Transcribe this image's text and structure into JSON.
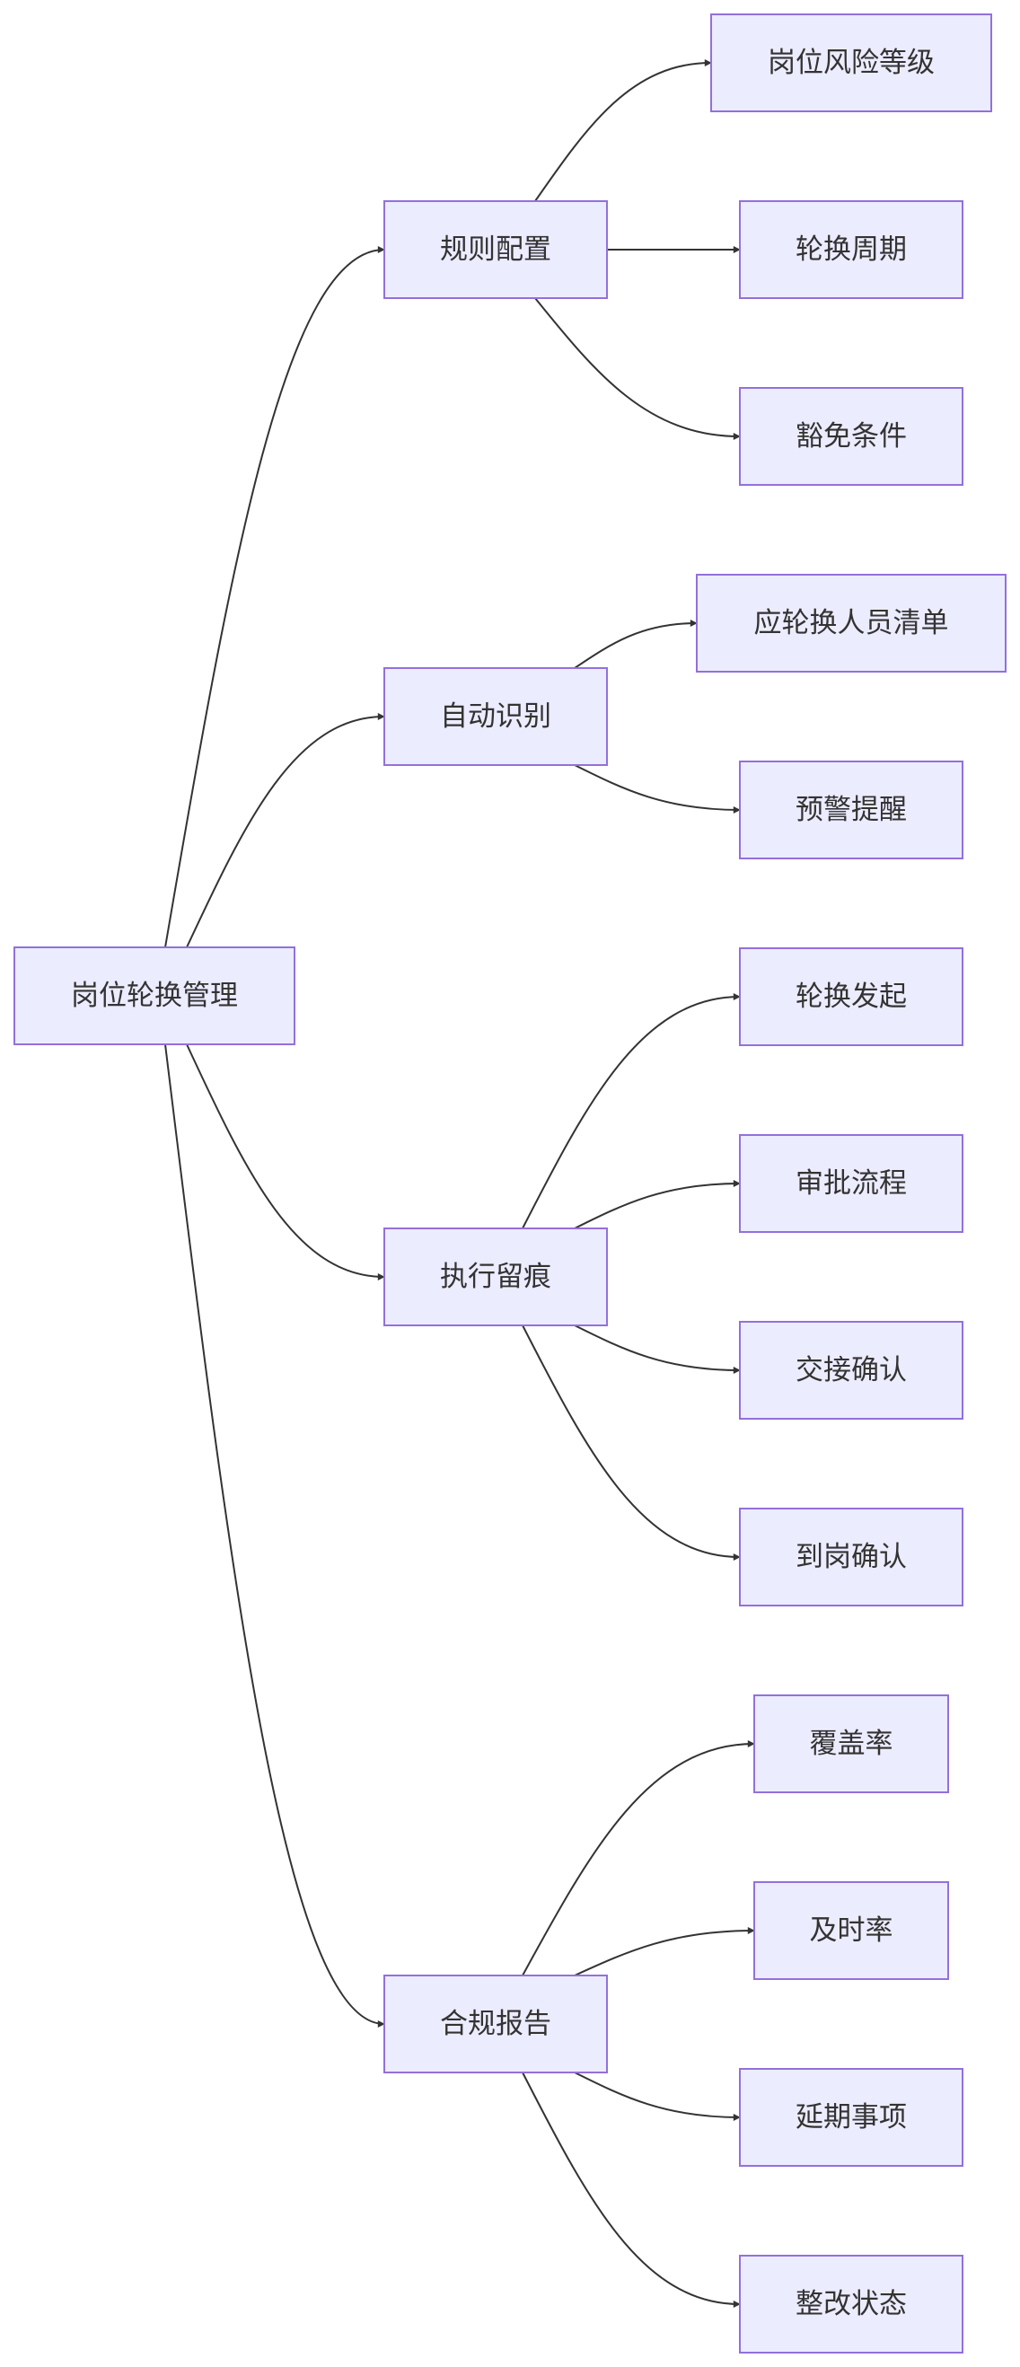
{
  "diagram": {
    "type": "flowchart",
    "direction": "left-to-right",
    "colors": {
      "node_fill": "#ECECFF",
      "node_border": "#9370DB",
      "edge": "#333333",
      "text": "#333333"
    },
    "root": {
      "id": "root",
      "label": "岗位轮换管理"
    },
    "branches": [
      {
        "id": "b1",
        "label": "规则配置",
        "children": [
          {
            "id": "b1c1",
            "label": "岗位风险等级"
          },
          {
            "id": "b1c2",
            "label": "轮换周期"
          },
          {
            "id": "b1c3",
            "label": "豁免条件"
          }
        ]
      },
      {
        "id": "b2",
        "label": "自动识别",
        "children": [
          {
            "id": "b2c1",
            "label": "应轮换人员清单"
          },
          {
            "id": "b2c2",
            "label": "预警提醒"
          }
        ]
      },
      {
        "id": "b3",
        "label": "执行留痕",
        "children": [
          {
            "id": "b3c1",
            "label": "轮换发起"
          },
          {
            "id": "b3c2",
            "label": "审批流程"
          },
          {
            "id": "b3c3",
            "label": "交接确认"
          },
          {
            "id": "b3c4",
            "label": "到岗确认"
          }
        ]
      },
      {
        "id": "b4",
        "label": "合规报告",
        "children": [
          {
            "id": "b4c1",
            "label": "覆盖率"
          },
          {
            "id": "b4c2",
            "label": "及时率"
          },
          {
            "id": "b4c3",
            "label": "延期事项"
          },
          {
            "id": "b4c4",
            "label": "整改状态"
          }
        ]
      }
    ]
  }
}
